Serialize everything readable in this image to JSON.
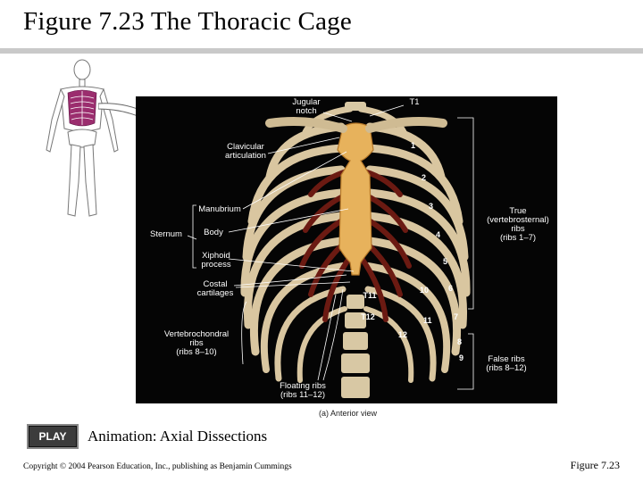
{
  "title": "Figure 7.23  The Thoracic Cage",
  "figure": {
    "caption": "(a) Anterior view",
    "labels": {
      "jugular_notch": "Jugular\nnotch",
      "t1": "T1",
      "clavicular_articulation": "Clavicular\narticulation",
      "manubrium": "Manubrium",
      "sternum": "Sternum",
      "body": "Body",
      "xiphoid_process": "Xiphoid\nprocess",
      "costal_cartilages": "Costal\ncartilages",
      "vertebrochondral_ribs": "Vertebrochondral\nribs\n(ribs 8–10)",
      "floating_ribs": "Floating ribs\n(ribs 11–12)",
      "true_ribs": "True\n(vertebrosternal)\nribs\n(ribs 1–7)",
      "false_ribs": "False ribs\n(ribs 8–12)",
      "t11": "T11",
      "t12": "T12"
    },
    "rib_numbers": [
      "1",
      "2",
      "3",
      "4",
      "5",
      "6",
      "7",
      "8",
      "9",
      "10",
      "11",
      "12"
    ]
  },
  "play_button": "PLAY",
  "animation_link": "Animation: Axial Dissections",
  "copyright": "Copyright © 2004 Pearson Education, Inc., publishing as Benjamin Cummings",
  "figure_ref": "Figure 7.23"
}
